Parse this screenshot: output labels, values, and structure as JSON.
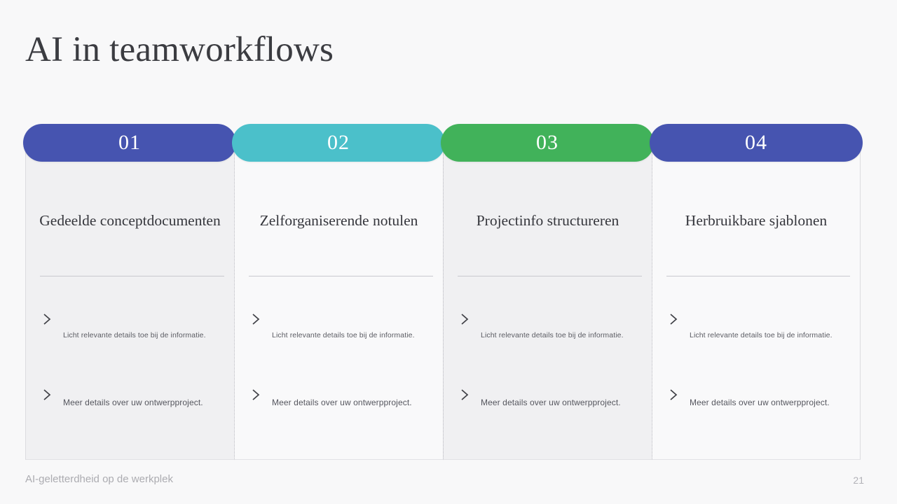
{
  "slide": {
    "title": "AI in teamworkflows",
    "footer": {
      "label": "AI-geletterdheid op de werkplek",
      "page_number": "21"
    }
  },
  "colors": {
    "background": "#f8f8f9",
    "pill_blue": "#4654b0",
    "pill_teal": "#4bc0ca",
    "pill_green": "#41b25a",
    "card_gray": "#f0f0f2",
    "card_light": "#f9f9fa"
  },
  "columns": [
    {
      "number": "01",
      "pill_color": "#4654b0",
      "title": "Gedeelde conceptdocumenten",
      "bullets": [
        "Licht relevante details toe bij de informatie.",
        "Meer details over uw ontwerpproject."
      ]
    },
    {
      "number": "02",
      "pill_color": "#4bc0ca",
      "title": "Zelforganiserende notulen",
      "bullets": [
        "Licht relevante details toe bij de informatie.",
        "Meer details over uw ontwerpproject."
      ]
    },
    {
      "number": "03",
      "pill_color": "#41b25a",
      "title": "Projectinfo structureren",
      "bullets": [
        "Licht relevante details toe bij de informatie.",
        "Meer details over uw ontwerpproject."
      ]
    },
    {
      "number": "04",
      "pill_color": "#4654b0",
      "title": "Herbruikbare sjablonen",
      "bullets": [
        "Licht relevante details toe bij de informatie.",
        "Meer details over uw ontwerpproject."
      ]
    }
  ]
}
